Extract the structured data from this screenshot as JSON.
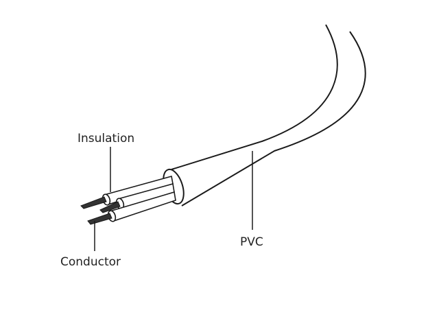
{
  "labels": {
    "insulation": "Insulation",
    "pvc": "PVC",
    "conductor": "Conductor"
  },
  "colors": {
    "stroke": "#1a1a1a",
    "fill": "#ffffff",
    "copper": "#333333",
    "text": "#222222"
  }
}
